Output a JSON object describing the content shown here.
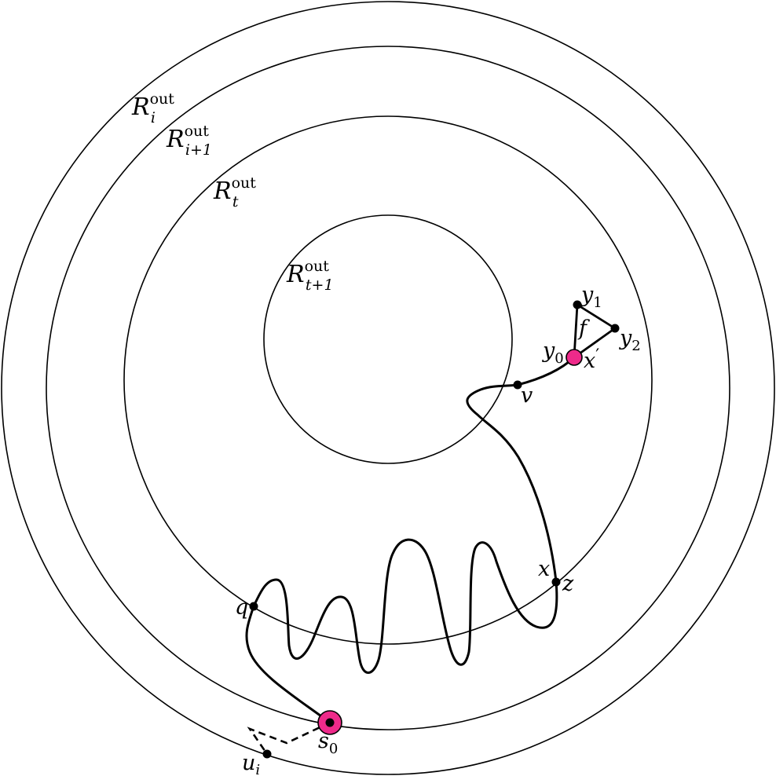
{
  "colors": {
    "stroke": "#000000",
    "highlight": "#ee2a8a"
  },
  "regions": [
    {
      "base": "R",
      "sub": "i",
      "sup": "out"
    },
    {
      "base": "R",
      "sub": "i+1",
      "sup": "out"
    },
    {
      "base": "R",
      "sub": "t",
      "sup": "out"
    },
    {
      "base": "R",
      "sub": "t+1",
      "sup": "out"
    }
  ],
  "vertices": {
    "y1": {
      "base": "y",
      "sub": "1"
    },
    "y2": {
      "base": "y",
      "sub": "2"
    },
    "y0": {
      "base": "y",
      "sub": "0"
    },
    "x_prime": {
      "base": "x",
      "prime": "′"
    },
    "f": {
      "base": "f"
    },
    "v": {
      "base": "v"
    },
    "x": {
      "base": "x"
    },
    "z": {
      "base": "z"
    },
    "q": {
      "base": "q"
    },
    "s0": {
      "base": "s",
      "sub": "0"
    },
    "ui": {
      "base": "u",
      "sub": "i"
    }
  }
}
